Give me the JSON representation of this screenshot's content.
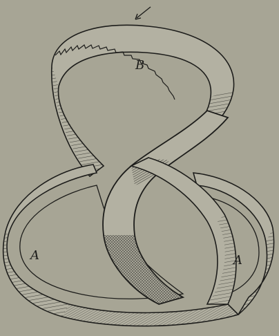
{
  "figure": {
    "labels": {
      "top_loop": "B",
      "left_loop": "A",
      "right_loop": "A"
    },
    "colors": {
      "paper": "#a7a595",
      "ink": "#1c1c1a",
      "band_face": "#b3b1a2",
      "band_inner": "#9b998a"
    },
    "icons": {
      "pointer": "arrow-pointer-icon"
    }
  }
}
